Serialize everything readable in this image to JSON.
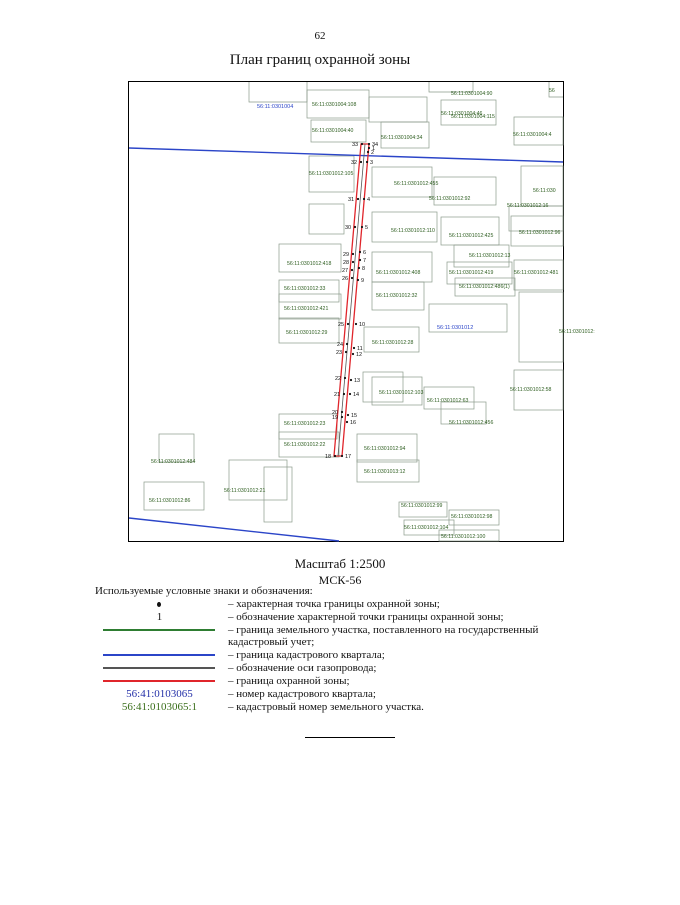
{
  "page_number": "62",
  "title": "План границ охранной зоны",
  "scale": "Масштаб 1:2500",
  "coordinate_system": "МСК-56",
  "legend_title": "Используемые условные знаки и обозначения:",
  "legend": [
    {
      "symbol": "dot",
      "text": "– характерная точка границы охранной зоны;"
    },
    {
      "symbol": "number",
      "symbol_text": "1",
      "text": "– обозначение характерной точки границы охранной зоны;"
    },
    {
      "symbol": "line",
      "color": "#2e7d32",
      "text": "– граница земельного участка, поставленного на государственный кадастровый учет;"
    },
    {
      "symbol": "line",
      "color": "#2b45c8",
      "text": "– граница кадастрового квартала;"
    },
    {
      "symbol": "line",
      "color": "#555555",
      "text": "– обозначение оси газопровода;"
    },
    {
      "symbol": "line",
      "color": "#e0252b",
      "text": "– граница охранной зоны;"
    },
    {
      "symbol": "blue-text",
      "symbol_text": "56:41:0103065",
      "text": "– номер кадастрового квартала;"
    },
    {
      "symbol": "green-text",
      "symbol_text": "56:41:0103065:1",
      "text": "– кадастровый номер земельного участка."
    }
  ],
  "map": {
    "colors": {
      "parcel": "#8a9a8a",
      "quarter": "#2b45c8",
      "zone": "#e0252b",
      "axis": "#555555",
      "label": "#2e5e20",
      "quarter_label": "#2b45c8"
    },
    "quarter_labels": [
      "56:11:0301004",
      "56:11:0301012"
    ],
    "parcel_labels": [
      "56:11:0301004:108",
      "56:11:0301004:40",
      "56:11:0301004:46",
      "56:11:0301004:90",
      "56:11:0301004:115",
      "56:11:0301004:34",
      "56:11:0301004:4",
      "56",
      "56:11:0301012:105",
      "56:11:0301012:455",
      "56:11:0301012:92",
      "56:11:030",
      "56:11:0301012:16",
      "56:11:0301012:110",
      "56:11:0301012:425",
      "56:11:0301012:96",
      "56:11:0301012:13",
      "56:11:0301012:418",
      "56:11:0301012:408",
      "56:11:0301012:419",
      "56:11:0301012:481",
      "56:11:0301012:486(1)",
      "56:11:0301012:32",
      "56:11:0301012:33",
      "56:11:0301012:421",
      "56:11:0301012:29",
      "56:11:0301012:28",
      "56:11:0301012:",
      "56:11:0301012:103",
      "56:11:0301012:63",
      "56:11:0301012:58",
      "56:11:0301012:456",
      "56:11:0301012:23",
      "56:11:0301012:22",
      "56:11:0301012:94",
      "56:11:0301013:12",
      "56:11:0301012:484",
      "56:11:0301012:21",
      "56:11:0301012:86",
      "56:11:0301012:99",
      "56:11:0301012:98",
      "56:11:0301012:104",
      "56:11:0301012:100"
    ],
    "point_numbers": [
      "1",
      "2",
      "3",
      "4",
      "5",
      "6",
      "7",
      "8",
      "9",
      "10",
      "11",
      "12",
      "13",
      "14",
      "15",
      "16",
      "17",
      "18",
      "19",
      "20",
      "21",
      "22",
      "23",
      "24",
      "25",
      "26",
      "27",
      "28",
      "29",
      "30",
      "31",
      "32",
      "33",
      "34"
    ]
  }
}
